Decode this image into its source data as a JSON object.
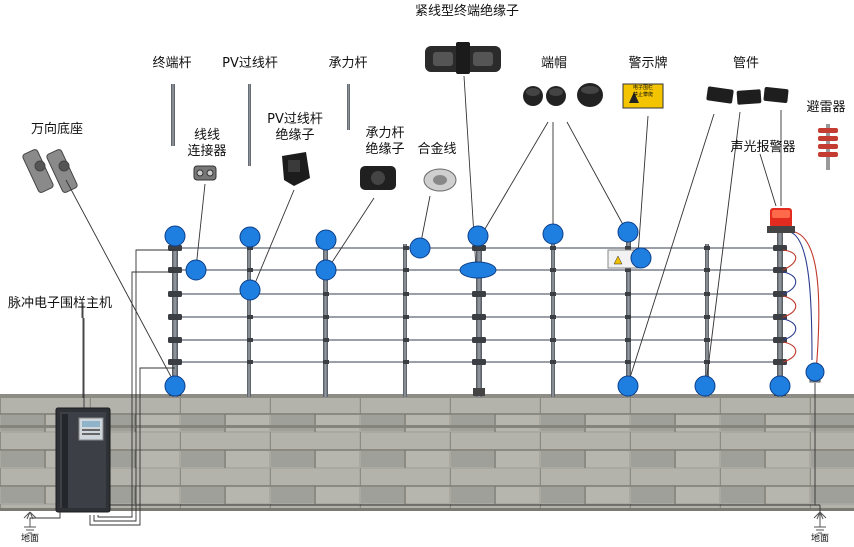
{
  "title": "紧线型终端绝缘子",
  "labels": {
    "terminal_pole": "终端杆",
    "pv_pole": "PV过线杆",
    "bearing_pole": "承力杆",
    "end_cap": "端帽",
    "sign": "警示牌",
    "pipe": "管件",
    "base": "万向底座",
    "connector_l1": "线线",
    "connector_l2": "连接器",
    "pv_insulator_l1": "PV过线杆",
    "pv_insulator_l2": "绝缘子",
    "bearing_insulator_l1": "承力杆",
    "bearing_insulator_l2": "绝缘子",
    "alloy_wire": "合金线",
    "lightning_arrester": "避雷器",
    "alarm": "声光报警器",
    "host": "脉冲电子围栏主机",
    "ground_left": "地面",
    "ground_right": "地面"
  },
  "sign_text": {
    "line1": "电子围栏",
    "line2": "禁止攀爬"
  },
  "colors": {
    "marker": "#1f7fe0",
    "marker_stroke": "#0c3f8a",
    "wall": "#a8a8a1",
    "wire": "#5a6370",
    "pole": "#6d737a"
  }
}
